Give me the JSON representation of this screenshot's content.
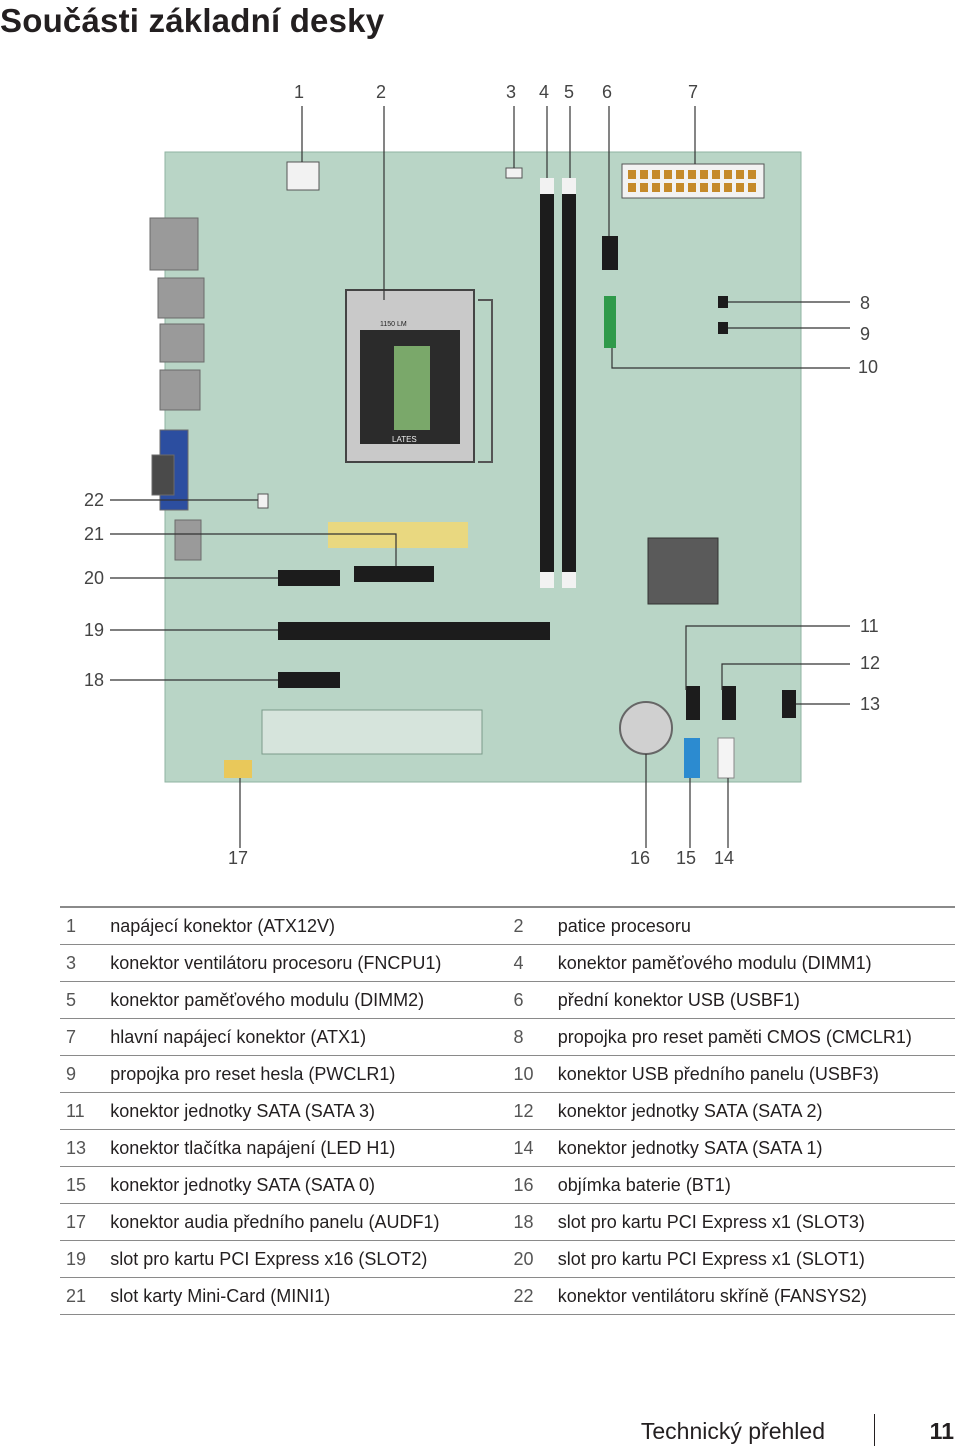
{
  "title": "Součásti základní desky",
  "callouts": {
    "c1": "1",
    "c2": "2",
    "c3": "3",
    "c4": "4",
    "c5": "5",
    "c6": "6",
    "c7": "7",
    "c8": "8",
    "c9": "9",
    "c10": "10",
    "c11": "11",
    "c12": "12",
    "c13": "13",
    "c14": "14",
    "c15": "15",
    "c16": "16",
    "c17": "17",
    "c18": "18",
    "c19": "19",
    "c20": "20",
    "c21": "21",
    "c22": "22"
  },
  "board_marks": {
    "socket_label": "LATES",
    "socket_sub": "1150 LM"
  },
  "legend": [
    {
      "n1": "1",
      "t1": "napájecí konektor (ATX12V)",
      "n2": "2",
      "t2": "patice procesoru"
    },
    {
      "n1": "3",
      "t1": "konektor ventilátoru procesoru (FNCPU1)",
      "n2": "4",
      "t2": "konektor paměťového modulu (DIMM1)"
    },
    {
      "n1": "5",
      "t1": "konektor paměťového modulu (DIMM2)",
      "n2": "6",
      "t2": "přední konektor USB (USBF1)"
    },
    {
      "n1": "7",
      "t1": "hlavní napájecí konektor (ATX1)",
      "n2": "8",
      "t2": "propojka pro reset paměti CMOS (CMCLR1)"
    },
    {
      "n1": "9",
      "t1": "propojka pro reset hesla (PWCLR1)",
      "n2": "10",
      "t2": "konektor USB předního panelu (USBF3)"
    },
    {
      "n1": "11",
      "t1": "konektor jednotky SATA (SATA 3)",
      "n2": "12",
      "t2": "konektor jednotky SATA (SATA 2)"
    },
    {
      "n1": "13",
      "t1": "konektor tlačítka napájení (LED H1)",
      "n2": "14",
      "t2": "konektor jednotky SATA (SATA 1)"
    },
    {
      "n1": "15",
      "t1": "konektor jednotky SATA (SATA 0)",
      "n2": "16",
      "t2": "objímka baterie (BT1)"
    },
    {
      "n1": "17",
      "t1": "konektor audia předního panelu (AUDF1)",
      "n2": "18",
      "t2": "slot pro kartu PCI Express x1 (SLOT3)"
    },
    {
      "n1": "19",
      "t1": "slot pro kartu PCI Express x16 (SLOT2)",
      "n2": "20",
      "t2": "slot pro kartu PCI Express x1 (SLOT1)"
    },
    {
      "n1": "21",
      "t1": "slot karty Mini-Card (MINI1)",
      "n2": "22",
      "t2": "konektor ventilátoru skříně (FANSYS2)"
    }
  ],
  "footer": {
    "section": "Technický přehled",
    "page": "11"
  },
  "colors": {
    "board": "#b9d5c6",
    "slot": "#1c1c1c",
    "text": "#231f20"
  }
}
